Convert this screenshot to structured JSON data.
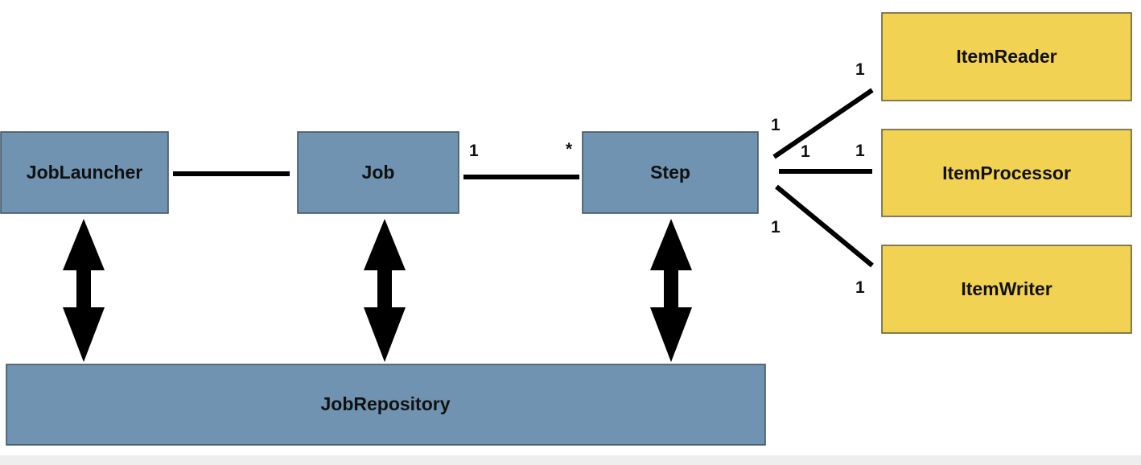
{
  "nodes": {
    "job_launcher": "JobLauncher",
    "job": "Job",
    "step": "Step",
    "job_repository": "JobRepository",
    "item_reader": "ItemReader",
    "item_processor": "ItemProcessor",
    "item_writer": "ItemWriter"
  },
  "multiplicities": {
    "job_side": "1",
    "step_side": "*",
    "step_reader": "1",
    "reader": "1",
    "step_processor": "1",
    "processor": "1",
    "step_writer": "1",
    "writer": "1"
  },
  "colors": {
    "core_box": "#6f93b0",
    "item_box": "#f2d252",
    "connector": "#000000"
  }
}
